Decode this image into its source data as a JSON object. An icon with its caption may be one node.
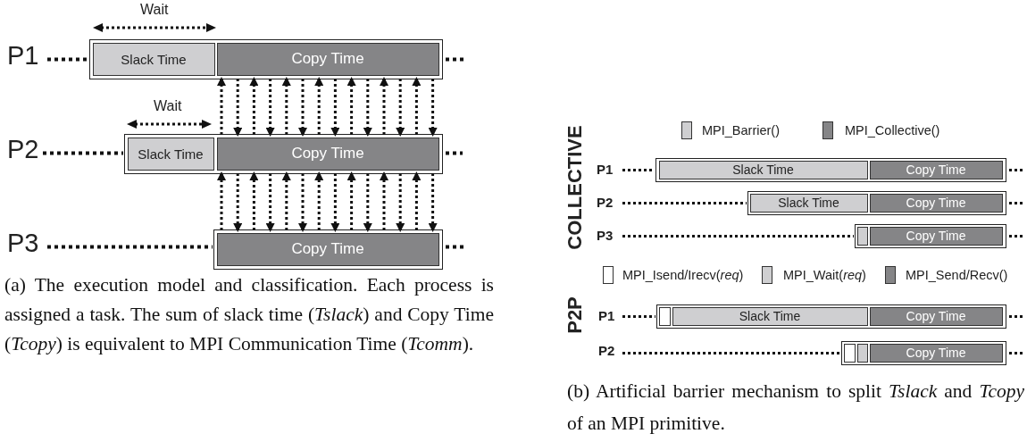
{
  "diagram": {
    "nodes": [
      {
        "text": [],
        "shape": "box"
      },
      {
        "text": [
          "Slack Time"
        ],
        "in": 0
      },
      {
        "text": [
          "Copy Time"
        ],
        "in": 0
      },
      {
        "text": [],
        "shape": "box"
      },
      {
        "text": [
          "Slack Time"
        ],
        "in": 3
      },
      {
        "text": [
          "Copy Time"
        ],
        "in": 3
      },
      {
        "text": [],
        "shape": "box"
      },
      {
        "text": [
          "Copy Time"
        ],
        "in": 6
      },
      {
        "text": [],
        "shape": "box"
      },
      {
        "text": [
          "Slack Time"
        ],
        "in": 8
      },
      {
        "text": [
          "Copy Time"
        ],
        "in": 8
      },
      {
        "text": [],
        "shape": "box"
      },
      {
        "text": [
          "Slack Time"
        ],
        "in": 11
      },
      {
        "text": [
          "Copy Time"
        ],
        "in": 11
      },
      {
        "text": [],
        "shape": "box"
      },
      {
        "text": [],
        "shape": "box",
        "in": 14
      },
      {
        "text": [
          "Copy Time"
        ],
        "in": 14
      },
      {
        "text": [],
        "shape": "box"
      },
      {
        "text": [],
        "shape": "box",
        "in": 17
      },
      {
        "text": [
          "Slack Time"
        ],
        "in": 17
      },
      {
        "text": [
          "Copy Time"
        ],
        "in": 17
      },
      {
        "text": [],
        "shape": "box"
      },
      {
        "text": [],
        "shape": "box",
        "in": 21
      },
      {
        "text": [],
        "shape": "box",
        "in": 21
      },
      {
        "text": [
          "Copy Time"
        ],
        "in": 21
      }
    ],
    "edges": [
      {
        "from": 5,
        "to": 2,
        "arrow": "to"
      },
      {
        "from": 2,
        "to": 5,
        "arrow": "to"
      },
      {
        "from": 5,
        "to": 2,
        "arrow": "to"
      },
      {
        "from": 2,
        "to": 5,
        "arrow": "to"
      },
      {
        "from": 5,
        "to": 2,
        "arrow": "to"
      },
      {
        "from": 2,
        "to": 5,
        "arrow": "to"
      },
      {
        "from": 5,
        "to": 2,
        "arrow": "to"
      },
      {
        "from": 2,
        "to": 5,
        "arrow": "to"
      },
      {
        "from": 5,
        "to": 2,
        "arrow": "to"
      },
      {
        "from": 2,
        "to": 5,
        "arrow": "to"
      },
      {
        "from": 5,
        "to": 2,
        "arrow": "to"
      },
      {
        "from": 2,
        "to": 5,
        "arrow": "to"
      },
      {
        "from": 5,
        "to": 2,
        "arrow": "to"
      },
      {
        "from": 2,
        "to": 5,
        "arrow": "to"
      },
      {
        "from": 7,
        "to": 5,
        "arrow": "to"
      },
      {
        "from": 5,
        "to": 7,
        "arrow": "to"
      },
      {
        "from": 7,
        "to": 5,
        "arrow": "to"
      },
      {
        "from": 5,
        "to": 7,
        "arrow": "to"
      },
      {
        "from": 7,
        "to": 5,
        "arrow": "to"
      },
      {
        "from": 5,
        "to": 7,
        "arrow": "to"
      },
      {
        "from": 7,
        "to": 5,
        "arrow": "to"
      },
      {
        "from": 5,
        "to": 7,
        "arrow": "to"
      },
      {
        "from": 7,
        "to": 5,
        "arrow": "to"
      },
      {
        "from": 5,
        "to": 7,
        "arrow": "to"
      },
      {
        "from": 7,
        "to": 5,
        "arrow": "to"
      },
      {
        "from": 5,
        "to": 7,
        "arrow": "to"
      },
      {
        "from": 7,
        "to": 5,
        "arrow": "to"
      },
      {
        "from": 5,
        "to": 7,
        "arrow": "to"
      }
    ],
    "labels": [
      "Wait",
      "P1",
      "Wait",
      "P2",
      "P3",
      "(a) The execution model and classification. Each process is assigned a task. The sum of slack time (*Tslack*) and Copy Time (*Tcopy*) is equivalent to MPI Communication Time (*Tcomm*).",
      "COLLECTIVE",
      "P1",
      "P2",
      "P3",
      "P2P",
      "P1",
      "P2",
      "(b) Artificial barrier mechanism to split *Tslack* and *Tcopy* of an MPI primitive."
    ],
    "legend": [
      {
        "text": "MPI_Barrier()",
        "color": "#cfcfd1"
      },
      {
        "text": "MPI_Collective()",
        "color": "#858587"
      },
      {
        "text": "MPI_Isend/Irecv(*req*)",
        "color": "#ffffff"
      },
      {
        "text": "MPI_Wait(*req*)",
        "color": "#cfcfd1"
      },
      {
        "text": "MPI_Send/Recv()",
        "color": "#858587"
      }
    ]
  }
}
